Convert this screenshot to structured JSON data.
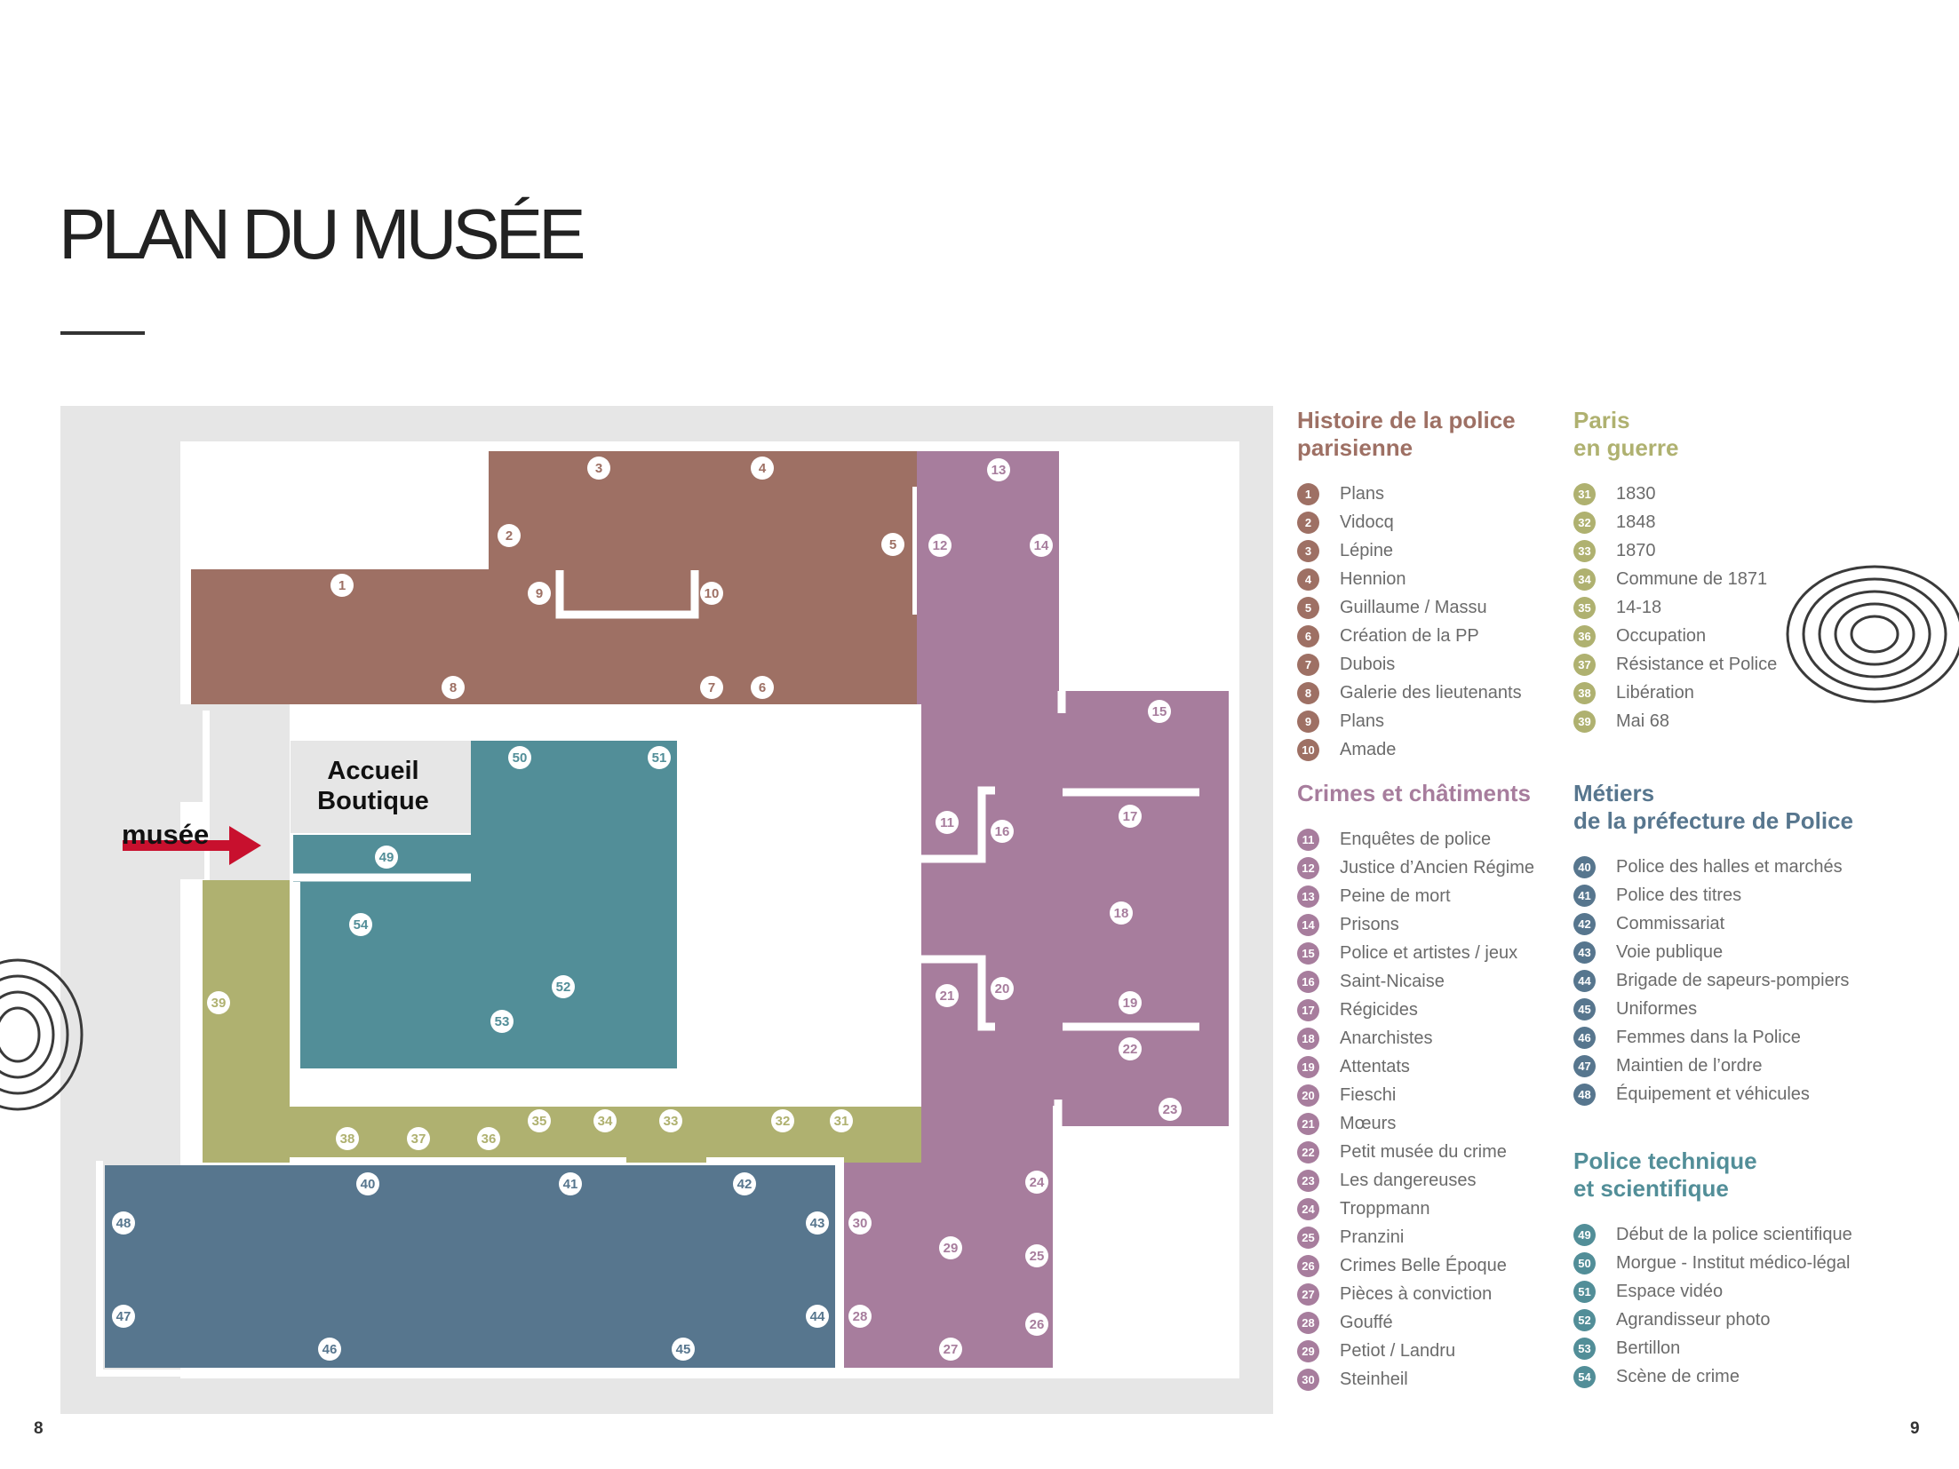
{
  "page": {
    "title": "PLAN DU MUSÉE",
    "page_left": "8",
    "page_right": "9"
  },
  "colors": {
    "histoire": "#9E7064",
    "crimes": "#A77D9D",
    "paris": "#AFB170",
    "metiers": "#57768E",
    "technique": "#528E98",
    "background_gray": "#E6E6E6",
    "arrow_red": "#C8102E"
  },
  "map": {
    "accueil_line1": "Accueil",
    "accueil_line2": "Boutique",
    "entrance_label": "musée",
    "entrance_icon": "red-arrow-icon",
    "decor_icon": "fingerprint-icon"
  },
  "legend": [
    {
      "key": "histoire",
      "title": [
        "Histoire de la police",
        "parisienne"
      ],
      "items": [
        {
          "n": "1",
          "label": "Plans"
        },
        {
          "n": "2",
          "label": "Vidocq"
        },
        {
          "n": "3",
          "label": "Lépine"
        },
        {
          "n": "4",
          "label": "Hennion"
        },
        {
          "n": "5",
          "label": "Guillaume / Massu"
        },
        {
          "n": "6",
          "label": "Création de la PP"
        },
        {
          "n": "7",
          "label": "Dubois"
        },
        {
          "n": "8",
          "label": "Galerie des lieutenants"
        },
        {
          "n": "9",
          "label": "Plans"
        },
        {
          "n": "10",
          "label": "Amade"
        }
      ]
    },
    {
      "key": "crimes",
      "title": [
        "Crimes et châtiments"
      ],
      "items": [
        {
          "n": "11",
          "label": "Enquêtes de police"
        },
        {
          "n": "12",
          "label": "Justice d’Ancien Régime"
        },
        {
          "n": "13",
          "label": "Peine de mort"
        },
        {
          "n": "14",
          "label": "Prisons"
        },
        {
          "n": "15",
          "label": "Police et artistes / jeux"
        },
        {
          "n": "16",
          "label": "Saint-Nicaise"
        },
        {
          "n": "17",
          "label": "Régicides"
        },
        {
          "n": "18",
          "label": "Anarchistes"
        },
        {
          "n": "19",
          "label": "Attentats"
        },
        {
          "n": "20",
          "label": "Fieschi"
        },
        {
          "n": "21",
          "label": "Mœurs"
        },
        {
          "n": "22",
          "label": "Petit musée du crime"
        },
        {
          "n": "23",
          "label": "Les dangereuses"
        },
        {
          "n": "24",
          "label": "Troppmann"
        },
        {
          "n": "25",
          "label": "Pranzini"
        },
        {
          "n": "26",
          "label": "Crimes Belle Époque"
        },
        {
          "n": "27",
          "label": "Pièces à conviction"
        },
        {
          "n": "28",
          "label": "Gouffé"
        },
        {
          "n": "29",
          "label": "Petiot / Landru"
        },
        {
          "n": "30",
          "label": "Steinheil"
        }
      ]
    },
    {
      "key": "paris",
      "title": [
        "Paris",
        "en guerre"
      ],
      "items": [
        {
          "n": "31",
          "label": "1830"
        },
        {
          "n": "32",
          "label": "1848"
        },
        {
          "n": "33",
          "label": "1870"
        },
        {
          "n": "34",
          "label": "Commune de 1871"
        },
        {
          "n": "35",
          "label": "14-18"
        },
        {
          "n": "36",
          "label": "Occupation"
        },
        {
          "n": "37",
          "label": "Résistance et Police"
        },
        {
          "n": "38",
          "label": "Libération"
        },
        {
          "n": "39",
          "label": "Mai 68"
        }
      ]
    },
    {
      "key": "metiers",
      "title": [
        "Métiers",
        "de la préfecture de Police"
      ],
      "items": [
        {
          "n": "40",
          "label": "Police des halles et marchés"
        },
        {
          "n": "41",
          "label": "Police des titres"
        },
        {
          "n": "42",
          "label": "Commissariat"
        },
        {
          "n": "43",
          "label": "Voie publique"
        },
        {
          "n": "44",
          "label": "Brigade de sapeurs-pompiers"
        },
        {
          "n": "45",
          "label": "Uniformes"
        },
        {
          "n": "46",
          "label": "Femmes dans la Police"
        },
        {
          "n": "47",
          "label": "Maintien de l’ordre"
        },
        {
          "n": "48",
          "label": "Équipement et véhicules"
        }
      ]
    },
    {
      "key": "technique",
      "title": [
        "Police technique",
        "et scientifique"
      ],
      "items": [
        {
          "n": "49",
          "label": "Début de la police scientifique"
        },
        {
          "n": "50",
          "label": "Morgue - Institut médico-légal"
        },
        {
          "n": "51",
          "label": "Espace vidéo"
        },
        {
          "n": "52",
          "label": "Agrandisseur photo"
        },
        {
          "n": "53",
          "label": "Bertillon"
        },
        {
          "n": "54",
          "label": "Scène de crime"
        }
      ]
    }
  ],
  "markers": [
    {
      "n": "1",
      "group": "histoire"
    },
    {
      "n": "2",
      "group": "histoire"
    },
    {
      "n": "3",
      "group": "histoire"
    },
    {
      "n": "4",
      "group": "histoire"
    },
    {
      "n": "5",
      "group": "histoire"
    },
    {
      "n": "6",
      "group": "histoire"
    },
    {
      "n": "7",
      "group": "histoire"
    },
    {
      "n": "8",
      "group": "histoire"
    },
    {
      "n": "9",
      "group": "histoire"
    },
    {
      "n": "10",
      "group": "histoire"
    },
    {
      "n": "11",
      "group": "crimes"
    },
    {
      "n": "12",
      "group": "crimes"
    },
    {
      "n": "13",
      "group": "crimes"
    },
    {
      "n": "14",
      "group": "crimes"
    },
    {
      "n": "15",
      "group": "crimes"
    },
    {
      "n": "16",
      "group": "crimes"
    },
    {
      "n": "17",
      "group": "crimes"
    },
    {
      "n": "18",
      "group": "crimes"
    },
    {
      "n": "19",
      "group": "crimes"
    },
    {
      "n": "20",
      "group": "crimes"
    },
    {
      "n": "21",
      "group": "crimes"
    },
    {
      "n": "22",
      "group": "crimes"
    },
    {
      "n": "23",
      "group": "crimes"
    },
    {
      "n": "24",
      "group": "crimes"
    },
    {
      "n": "25",
      "group": "crimes"
    },
    {
      "n": "26",
      "group": "crimes"
    },
    {
      "n": "27",
      "group": "crimes"
    },
    {
      "n": "28",
      "group": "crimes"
    },
    {
      "n": "29",
      "group": "crimes"
    },
    {
      "n": "30",
      "group": "crimes"
    },
    {
      "n": "31",
      "group": "paris"
    },
    {
      "n": "32",
      "group": "paris"
    },
    {
      "n": "33",
      "group": "paris"
    },
    {
      "n": "34",
      "group": "paris"
    },
    {
      "n": "35",
      "group": "paris"
    },
    {
      "n": "36",
      "group": "paris"
    },
    {
      "n": "37",
      "group": "paris"
    },
    {
      "n": "38",
      "group": "paris"
    },
    {
      "n": "39",
      "group": "paris"
    },
    {
      "n": "40",
      "group": "metiers"
    },
    {
      "n": "41",
      "group": "metiers"
    },
    {
      "n": "42",
      "group": "metiers"
    },
    {
      "n": "43",
      "group": "metiers"
    },
    {
      "n": "44",
      "group": "metiers"
    },
    {
      "n": "45",
      "group": "metiers"
    },
    {
      "n": "46",
      "group": "metiers"
    },
    {
      "n": "47",
      "group": "metiers"
    },
    {
      "n": "48",
      "group": "metiers"
    },
    {
      "n": "49",
      "group": "technique"
    },
    {
      "n": "50",
      "group": "technique"
    },
    {
      "n": "51",
      "group": "technique"
    },
    {
      "n": "52",
      "group": "technique"
    },
    {
      "n": "53",
      "group": "technique"
    },
    {
      "n": "54",
      "group": "technique"
    }
  ]
}
